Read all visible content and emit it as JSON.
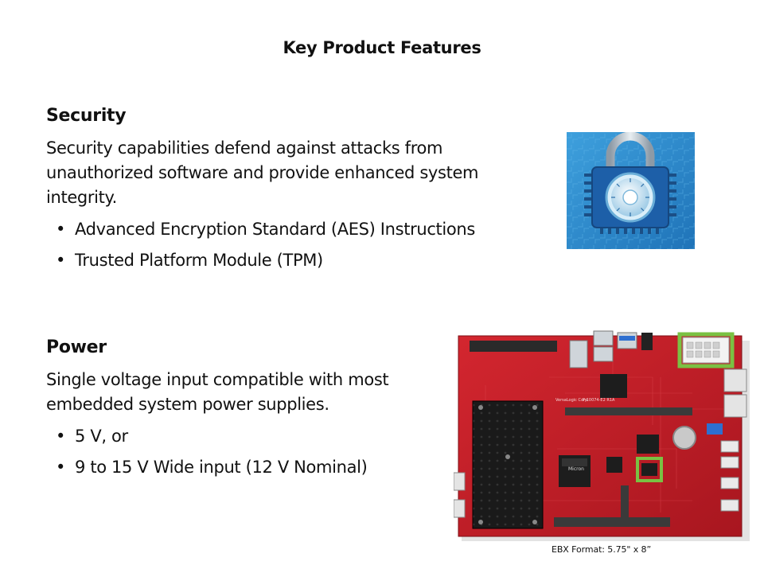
{
  "slide": {
    "title": "Key Product Features",
    "security": {
      "heading": "Security",
      "body_lines": [
        "Security capabilities defend against attacks from",
        "unauthorized software and provide enhanced system",
        "integrity."
      ],
      "bullets": [
        "Advanced Encryption Standard (AES) Instructions",
        "Trusted Platform Module (TPM)"
      ]
    },
    "power": {
      "heading": "Power",
      "body_lines": [
        "Single voltage input compatible with most",
        "embedded system power supplies."
      ],
      "bullets": [
        "5 V, or",
        "9 to 15 V Wide input (12 V Nominal)"
      ]
    },
    "board_caption": "EBX Format: 5.75\" x 8”",
    "board_silkscreen": [
      "VersaLogic Corp",
      "P-10074-E2 R1A",
      "Micron"
    ]
  },
  "colors": {
    "lock_background": "#2f8fd0",
    "board_red": "#c4202a",
    "highlight_green": "#7ac143"
  },
  "icons": [
    "padlock-icon",
    "combination-dial-icon"
  ]
}
